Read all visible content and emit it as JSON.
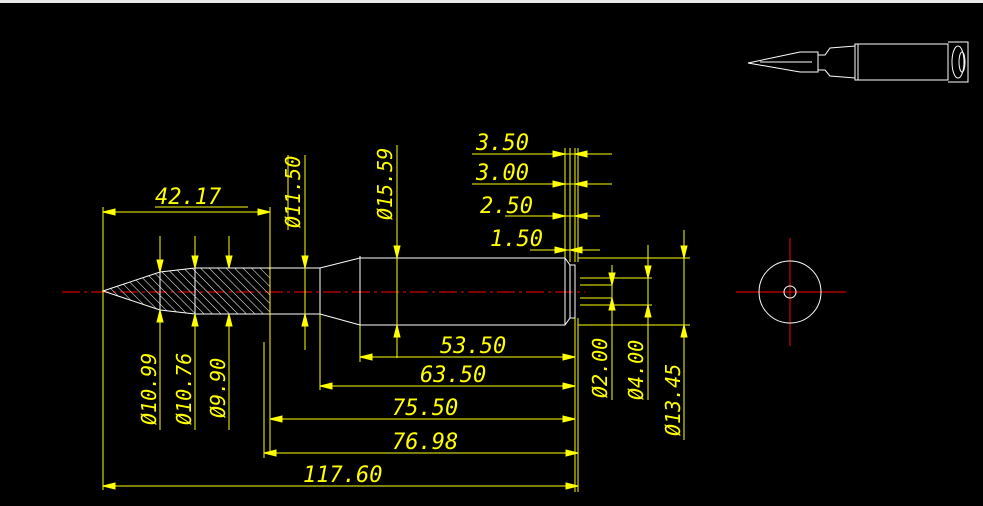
{
  "colors": {
    "background": "#000000",
    "dimension": "#ffff00",
    "outline": "#ffffff",
    "centerline": "#ff0000",
    "topbar": "#e8e8e8"
  },
  "dimensions": {
    "bullet_length": "42.17",
    "neck_dia": "Ø11.50",
    "body_dia": "Ø15.59",
    "d_3_50": "3.50",
    "d_3_00": "3.00",
    "d_2_50": "2.50",
    "d_1_50": "1.50",
    "len_53_50": "53.50",
    "len_63_50": "63.50",
    "len_75_50": "75.50",
    "len_76_98": "76.98",
    "len_117_60": "117.60",
    "dia_10_99": "Ø10.99",
    "dia_10_76": "Ø10.76",
    "dia_9_90": "Ø9.90",
    "dia_2_00": "Ø2.00",
    "dia_4_00": "Ø4.00",
    "dia_13_45": "Ø13.45"
  }
}
